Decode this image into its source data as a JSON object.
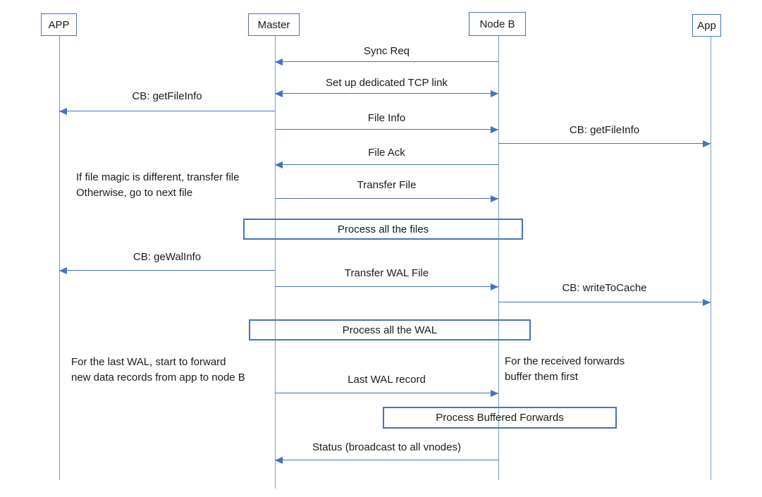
{
  "diagram": {
    "type": "sequence-diagram",
    "colors": {
      "line_blue": "#4472C4",
      "lifeline_blue": "#7C9AD0",
      "text": "#1a1a1a",
      "background": "#ffffff"
    },
    "actors": [
      {
        "id": "app-left",
        "label": "APP"
      },
      {
        "id": "master",
        "label": "Master"
      },
      {
        "id": "node-b",
        "label": "Node B"
      },
      {
        "id": "app-right",
        "label": "App"
      }
    ],
    "messages": [
      {
        "label": "Sync Req",
        "from": "Node B",
        "to": "Master",
        "direction": "left"
      },
      {
        "label": "Set up dedicated TCP link",
        "from": "Master",
        "to": "Node B",
        "direction": "both"
      },
      {
        "label": "CB: getFileInfo",
        "from": "Master",
        "to": "APP",
        "direction": "left"
      },
      {
        "label": "File Info",
        "from": "Master",
        "to": "Node B",
        "direction": "right"
      },
      {
        "label": "CB: getFileInfo",
        "from": "Node B",
        "to": "App",
        "direction": "right"
      },
      {
        "label": "File Ack",
        "from": "Node B",
        "to": "Master",
        "direction": "left"
      },
      {
        "label": "Transfer File",
        "from": "Master",
        "to": "Node B",
        "direction": "right"
      },
      {
        "label": "CB: geWalInfo",
        "from": "Master",
        "to": "APP",
        "direction": "left"
      },
      {
        "label": "Transfer WAL File",
        "from": "Master",
        "to": "Node B",
        "direction": "right"
      },
      {
        "label": "CB: writeToCache",
        "from": "Node B",
        "to": "App",
        "direction": "right"
      },
      {
        "label": "Last WAL record",
        "from": "Master",
        "to": "Node B",
        "direction": "right"
      },
      {
        "label": "Status (broadcast to all vnodes)",
        "from": "Node B",
        "to": "Master",
        "direction": "left"
      }
    ],
    "process_boxes": [
      {
        "label": "Process all the files"
      },
      {
        "label": "Process all the WAL"
      },
      {
        "label": "Process Buffered Forwards"
      }
    ],
    "annotations": [
      {
        "lines": [
          "If file magic is different, transfer file",
          "Otherwise, go to next file"
        ]
      },
      {
        "lines": [
          "For the last WAL, start to forward",
          "new data records from app to node B"
        ]
      },
      {
        "lines": [
          "For the received forwards",
          "buffer them first"
        ]
      }
    ]
  }
}
